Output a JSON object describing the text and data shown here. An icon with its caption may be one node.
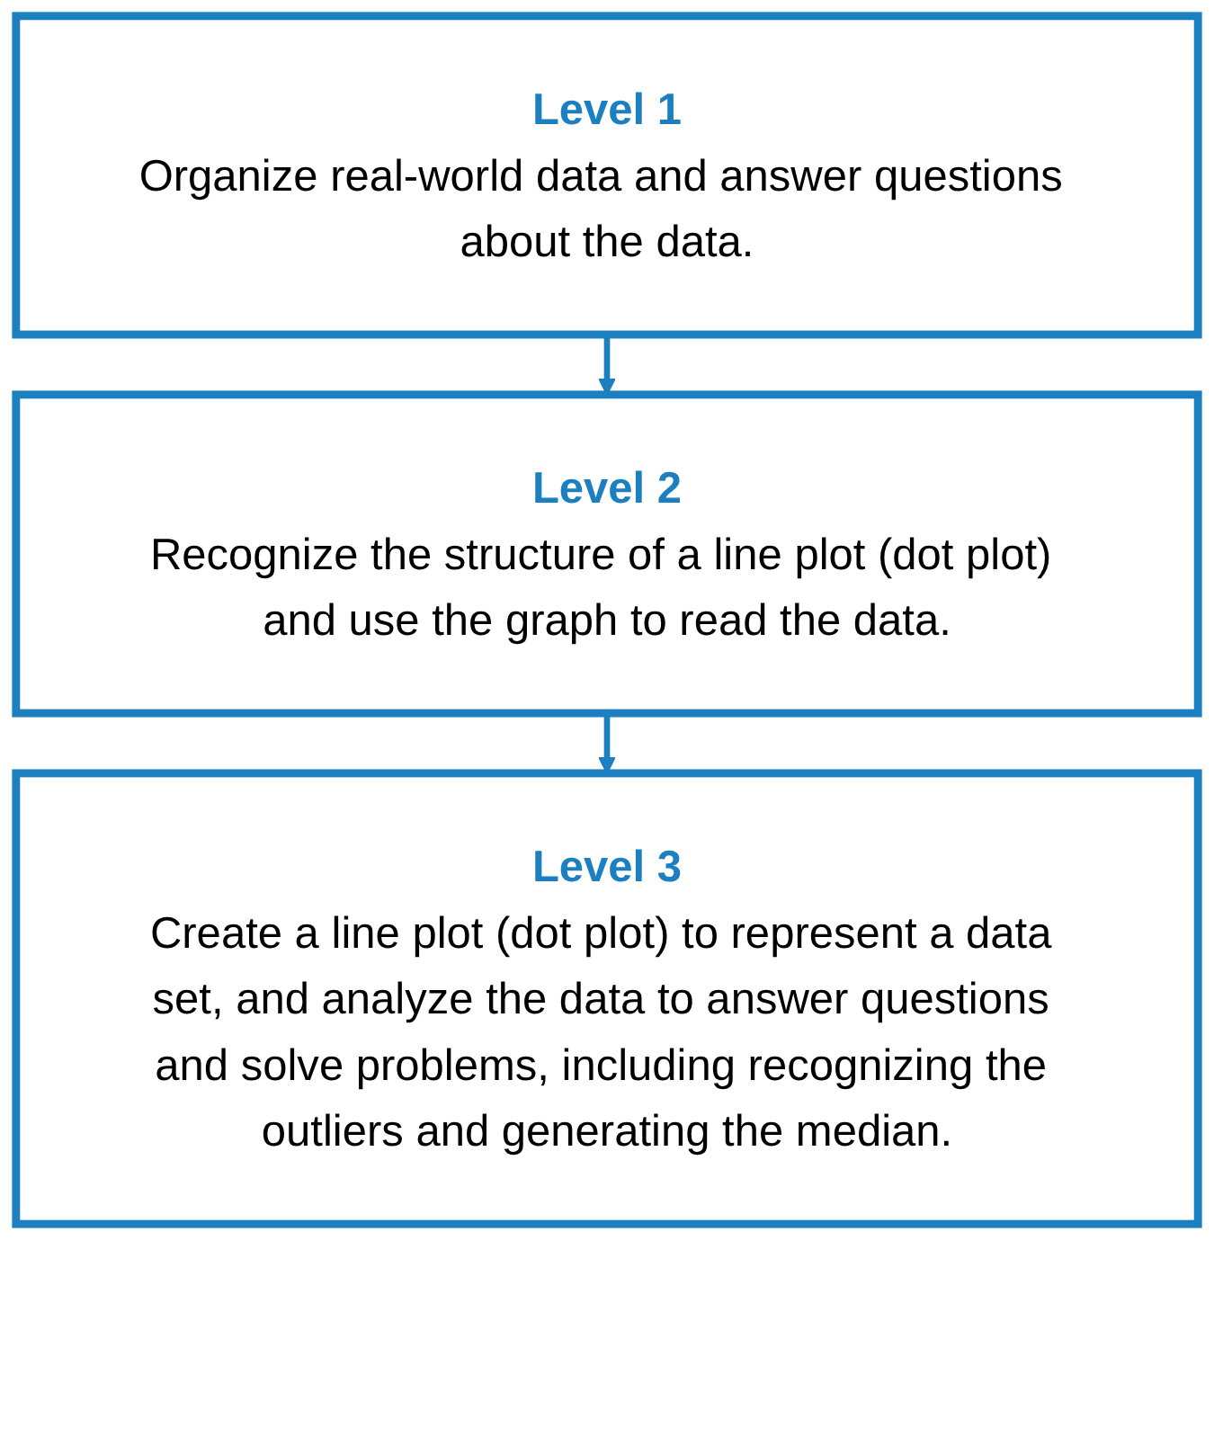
{
  "diagram": {
    "nodes": [
      {
        "text": [
          "Level 1",
          "Organize real-world data and answer questions about the data."
        ]
      },
      {
        "text": [
          "Level 2",
          "Recognize the structure of a line plot (dot plot) and use the graph to read the data."
        ]
      },
      {
        "text": [
          "Level 3",
          "Create a line plot (dot plot) to represent a data set, and analyze the data to answer questions and solve problems, including recognizing the outliers and generating the median."
        ]
      }
    ],
    "edges": [
      {
        "from": 0,
        "to": 1,
        "arrow": "to"
      },
      {
        "from": 1,
        "to": 2,
        "arrow": "to"
      }
    ]
  }
}
